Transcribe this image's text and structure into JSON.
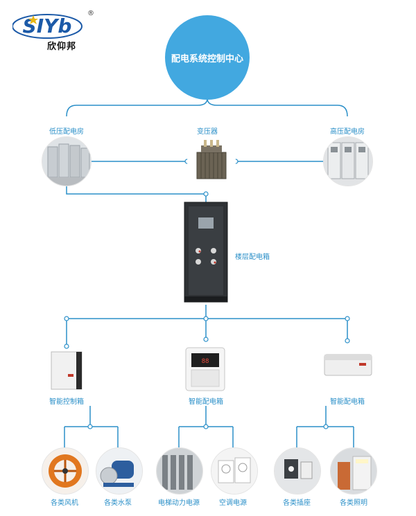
{
  "brand": {
    "logo_text": "SIYB",
    "name_cn": "欣仰邦",
    "reg_mark": "®"
  },
  "center": {
    "label": "配电系统控制中心"
  },
  "tier1": {
    "left_label": "低压配电房",
    "mid_label": "变压器",
    "right_label": "高压配电房"
  },
  "tier2": {
    "label": "楼层配电箱"
  },
  "tier3": {
    "left_label": "智能控制箱",
    "mid_label": "智能配电箱",
    "right_label": "智能配电箱"
  },
  "tier4": {
    "labels": [
      "各类风机",
      "各类水泵",
      "电梯动力电源",
      "空调电源",
      "各类插座",
      "各类照明"
    ]
  },
  "colors": {
    "accent": "#42a8e0",
    "line": "#2a8fc8",
    "label": "#2a8fc8"
  }
}
